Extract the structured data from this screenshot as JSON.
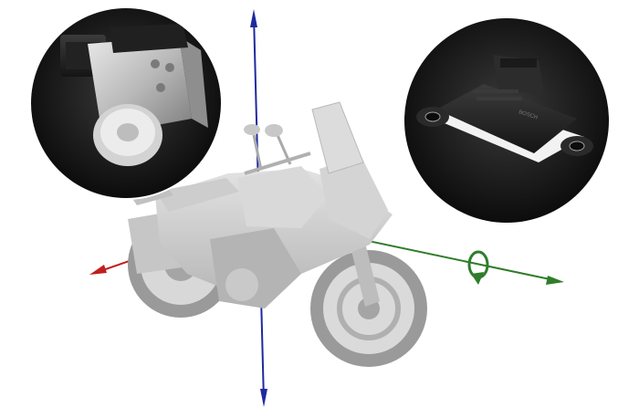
{
  "scene": {
    "subject": "motorcycle",
    "axes": [
      {
        "name": "vertical",
        "color": "#1f2a9e"
      },
      {
        "name": "longitudinal",
        "color": "#2f7d2a",
        "rotation_marker": true
      },
      {
        "name": "lateral",
        "color": "#c0201c"
      }
    ],
    "insets": [
      {
        "name": "abs-modulator-unit"
      },
      {
        "name": "imu-sensor"
      }
    ],
    "sensor_label": "BOSCH"
  },
  "colors": {
    "background": "#ffffff",
    "bike_body": "#cfcfcf",
    "bike_shadow": "#a8a8a8",
    "inset_background": "#141414"
  }
}
